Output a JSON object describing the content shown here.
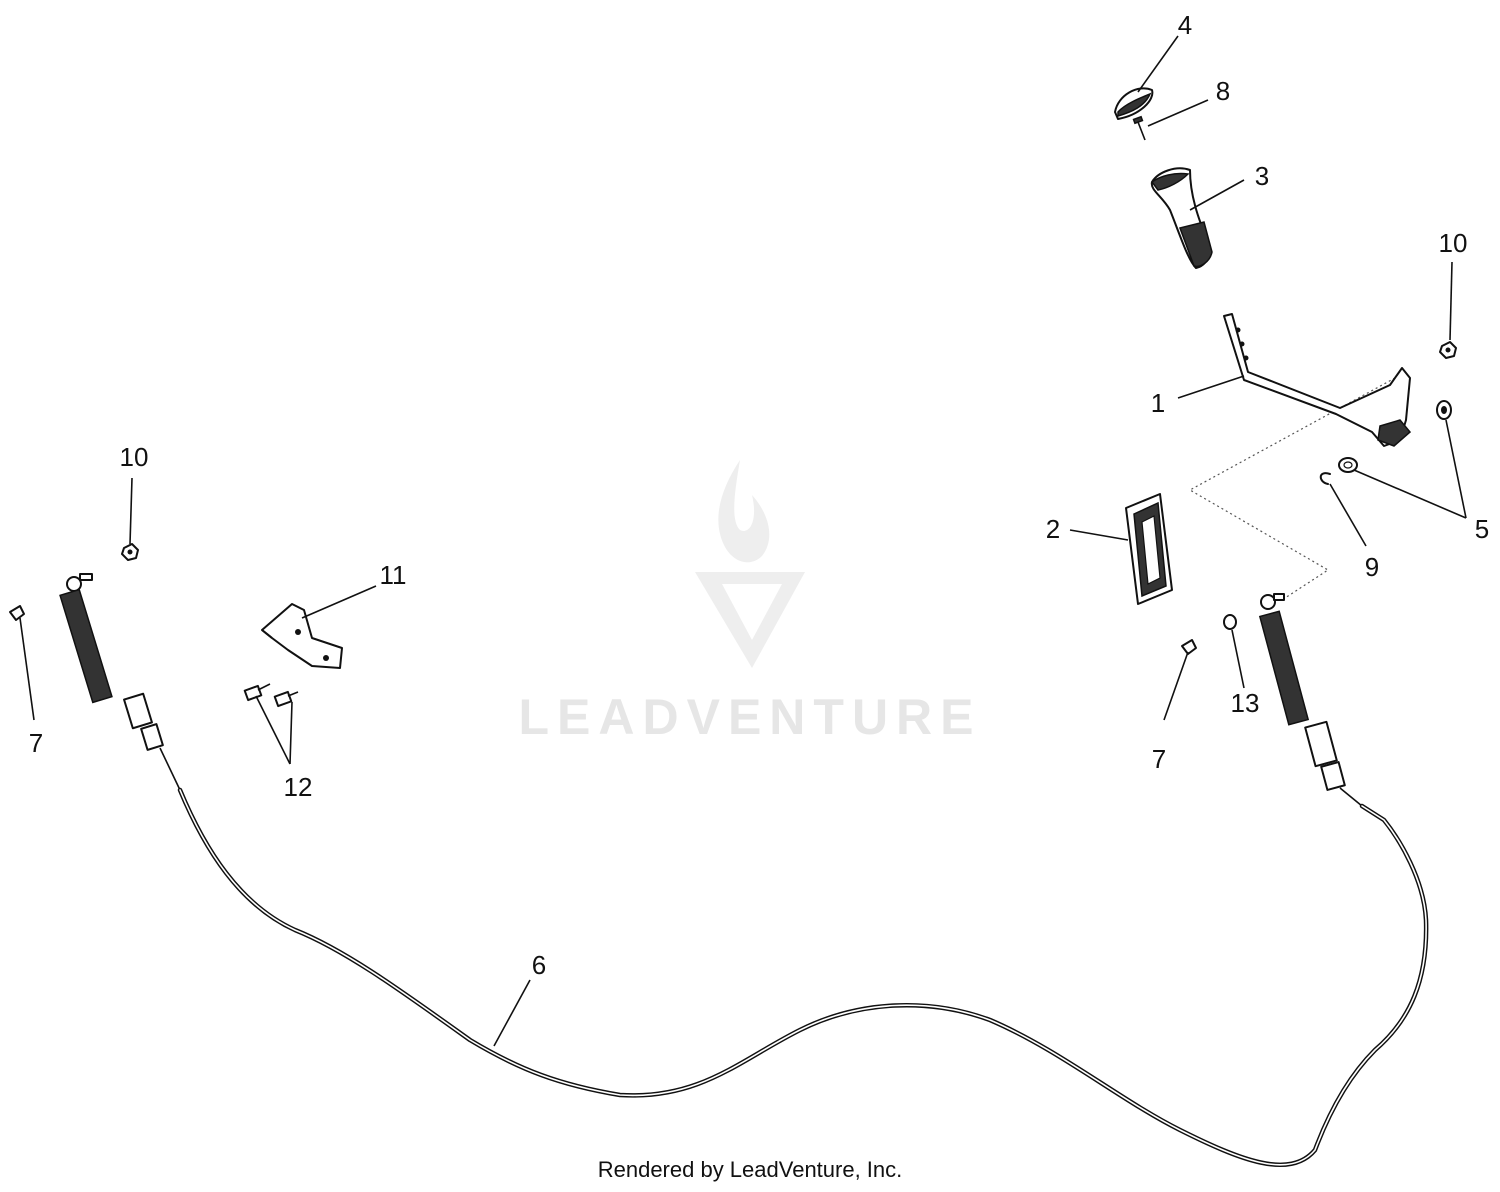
{
  "watermark": {
    "text": "LEADVENTURE"
  },
  "footer": {
    "text": "Rendered by LeadVenture, Inc."
  },
  "callouts": {
    "c1": "1",
    "c2": "2",
    "c3": "3",
    "c4": "4",
    "c5": "5",
    "c6": "6",
    "c7a": "7",
    "c7b": "7",
    "c8": "8",
    "c9": "9",
    "c10a": "10",
    "c10b": "10",
    "c11": "11",
    "c12": "12",
    "c13": "13"
  },
  "colors": {
    "line": "#111111",
    "watermark": "#e6e6e6"
  }
}
